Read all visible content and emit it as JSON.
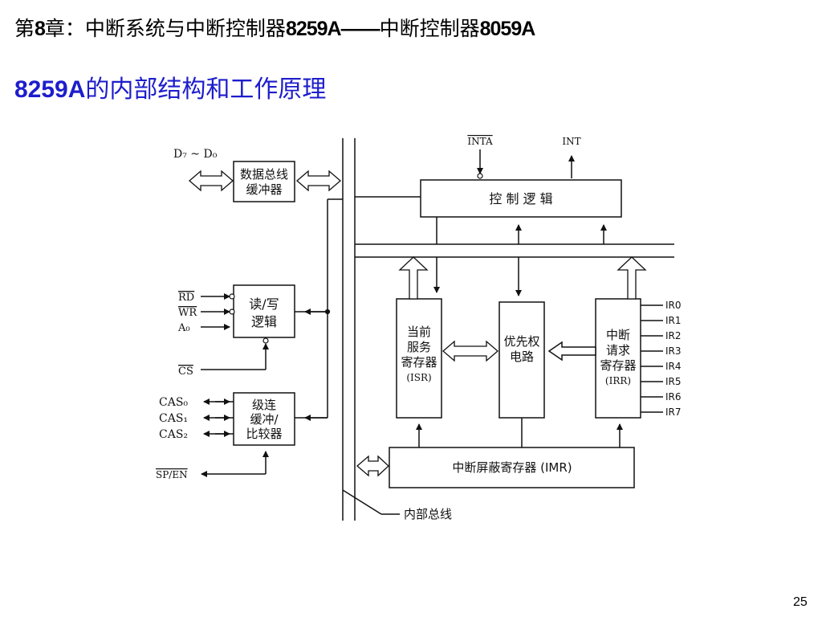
{
  "header": {
    "title_prefix": "第",
    "title_num": "8",
    "title_mid": "章：中断系统与中断控制器",
    "title_chip1": "8259A",
    "title_dash": "——",
    "title_mid2": "中断控制器",
    "title_chip2": "8059A"
  },
  "subtitle": {
    "chip": "8259A",
    "text": "的内部结构和工作原理"
  },
  "page_number": "25",
  "diagram": {
    "data_bus_label": "D₇ ~ D₀",
    "buffer_line1": "数据总线",
    "buffer_line2": "缓冲器",
    "control_logic": "控 制 逻 辑",
    "inta": "INTA",
    "int": "INT",
    "rw_line1": "读/写",
    "rw_line2": "逻辑",
    "rd": "RD",
    "wr": "WR",
    "a0": "A₀",
    "cs": "CS",
    "cas_line1": "级连",
    "cas_line2": "缓冲/",
    "cas_line3": "比较器",
    "cas0": "CAS₀",
    "cas1": "CAS₁",
    "cas2": "CAS₂",
    "spen": "SP/EN",
    "isr_line1": "当前",
    "isr_line2": "服务",
    "isr_line3": "寄存器",
    "isr_line4": "(ISR)",
    "pr_line1": "优先权",
    "pr_line2": "电路",
    "irr_line1": "中断",
    "irr_line2": "请求",
    "irr_line3": "寄存器",
    "irr_line4": "(IRR)",
    "ir_lines": [
      "IR0",
      "IR1",
      "IR2",
      "IR3",
      "IR4",
      "IR5",
      "IR6",
      "IR7"
    ],
    "imr": "中断屏蔽寄存器 (IMR)",
    "internal_bus": "内部总线"
  }
}
